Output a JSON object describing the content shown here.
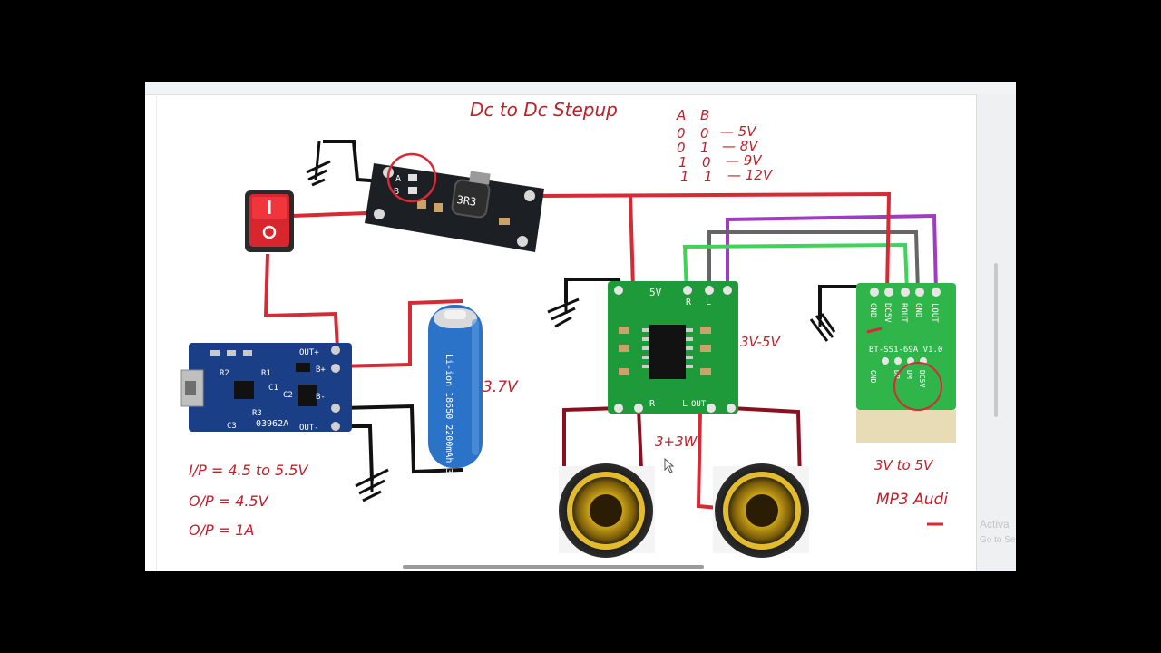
{
  "annotations": {
    "stepup_title": "Dc to Dc Stepup",
    "truth_table": {
      "header_a": "A",
      "header_b": "B",
      "rows": [
        {
          "a": "0",
          "b": "0",
          "out": "— 5V"
        },
        {
          "a": "0",
          "b": "1",
          "out": "— 8V"
        },
        {
          "a": "1",
          "b": "0",
          "out": "— 9V"
        },
        {
          "a": "1",
          "b": "1",
          "out": "— 12V"
        }
      ]
    },
    "battery_voltage": "3.7V",
    "amp_voltage": "3V-5V",
    "amp_power": "3+3W",
    "bt_voltage": "3V to 5V",
    "bt_name": "MP3 Audi",
    "charger_specs": [
      "I/P = 4.5 to 5.5V",
      "O/P = 4.5V",
      "O/P = 1A"
    ]
  },
  "charger_board": {
    "pins": [
      "OUT+",
      "B+",
      "B-",
      "OUT-"
    ],
    "chip_label": "03962A",
    "marks": [
      "R2",
      "R1",
      "C1",
      "C2",
      "C3",
      "R3"
    ]
  },
  "battery": {
    "label": "Li-ion 18650 2200mAh 3.7V"
  },
  "stepup_board": {
    "inductor": "3R3",
    "pad_a": "A",
    "pad_b": "B"
  },
  "amplifier_board": {
    "top_label": "5V",
    "pins_top": [
      "L",
      "R"
    ],
    "pins_bottom": [
      "L",
      "OUT",
      "R"
    ]
  },
  "bt_board": {
    "pins": [
      "GND",
      "DC5V",
      "ROUT",
      "GND",
      "LOUT"
    ],
    "name": "BT-SS1-69A V1.0",
    "pads": [
      "GND",
      "DP",
      "DM",
      "DC5V"
    ]
  },
  "watermark": {
    "line1": "Activa",
    "line2": "Go to Se"
  },
  "colors": {
    "wire_red": "#d62a35",
    "wire_black": "#111111",
    "wire_green": "#3fd35a",
    "wire_gray": "#666666",
    "wire_purple": "#a23bc4",
    "ink": "#c0202a",
    "pcb_green": "#1f9a3a",
    "pcb_blue": "#1b3f86",
    "pcb_black": "#1c1f24",
    "bt_green": "#2fb54a",
    "battery_blue": "#2a73c9"
  }
}
